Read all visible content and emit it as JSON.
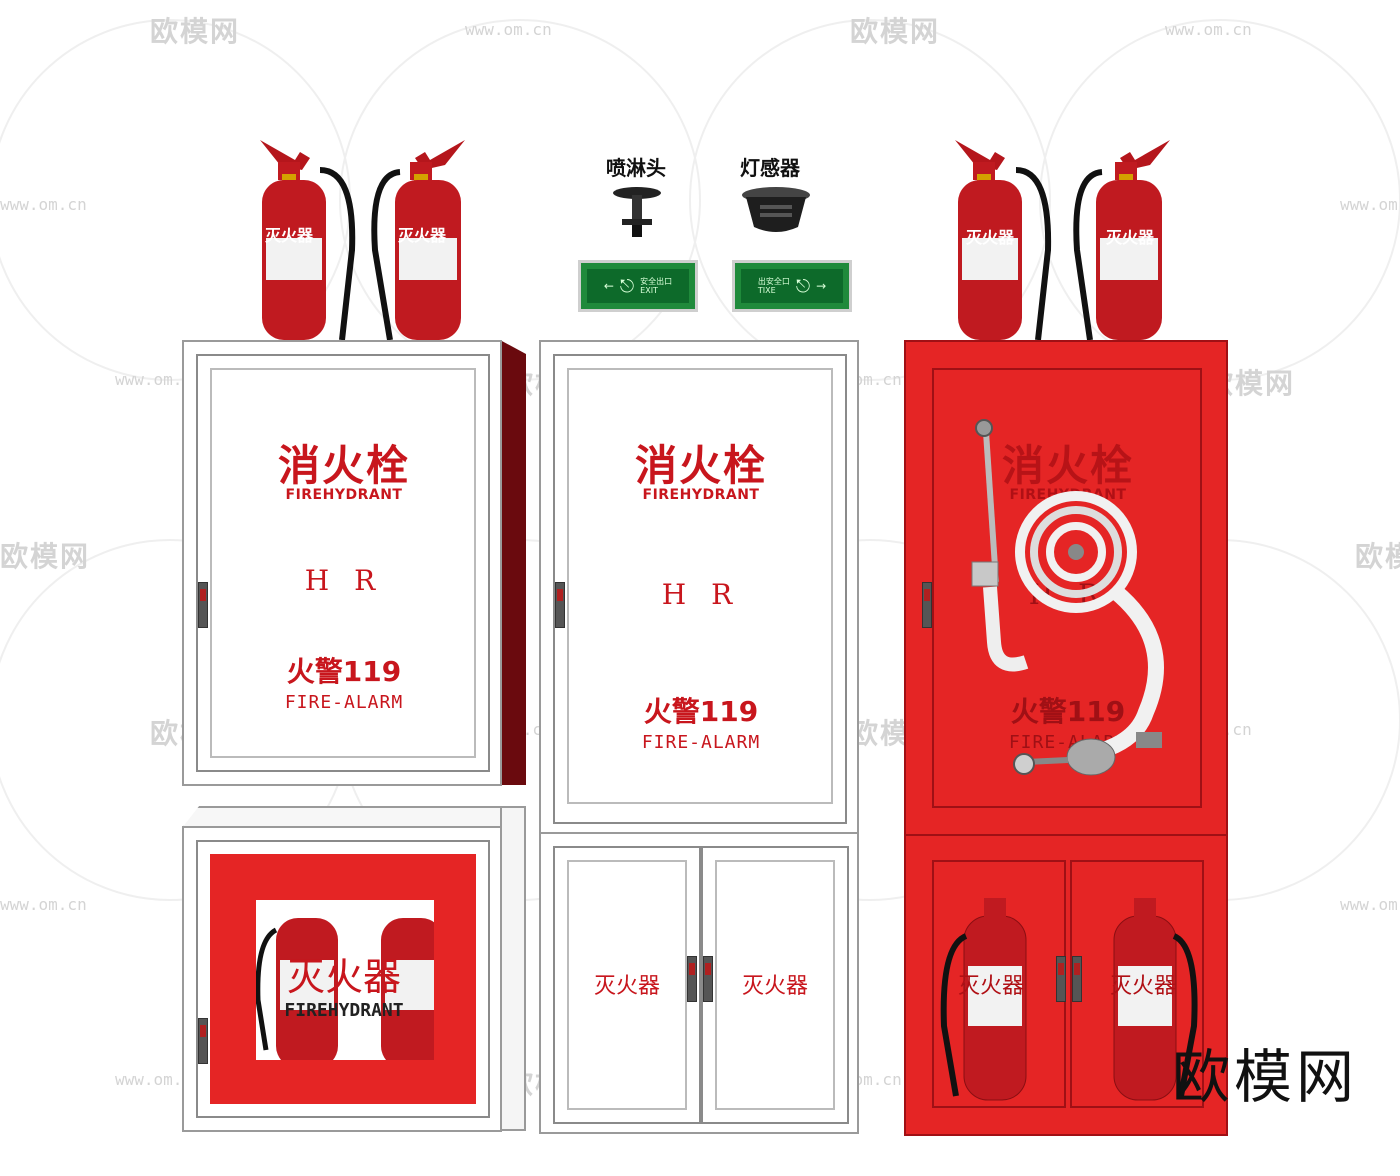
{
  "labels": {
    "sprinkler": "喷淋头",
    "smoke_detector": "灯感器"
  },
  "exit_signs": {
    "left_text_cn": "安全出口",
    "left_text_en": "EXIT",
    "right_text_cn": "出安全口",
    "right_text_en": "TIXE"
  },
  "hydrant_cabinet": {
    "title_cn": "消火栓",
    "title_en": "FIREHYDRANT",
    "code": "H R",
    "alarm_cn": "火警119",
    "alarm_en": "FIRE-ALARM"
  },
  "extinguisher": {
    "label": "灭火器",
    "box_title_cn": "灭火器",
    "box_title_en": "FIREHYDRANT"
  },
  "lower_doors": {
    "left_label": "灭火器",
    "right_label": "灭火器"
  },
  "watermark": {
    "brand_cn": "欧模网",
    "url": "www.om.cn"
  },
  "brand_logo": "欧模网",
  "colors": {
    "fire_red": "#e52525",
    "text_red": "#c8161d",
    "dark_red": "#7a0c10",
    "exit_green": "#1f8a3b"
  }
}
